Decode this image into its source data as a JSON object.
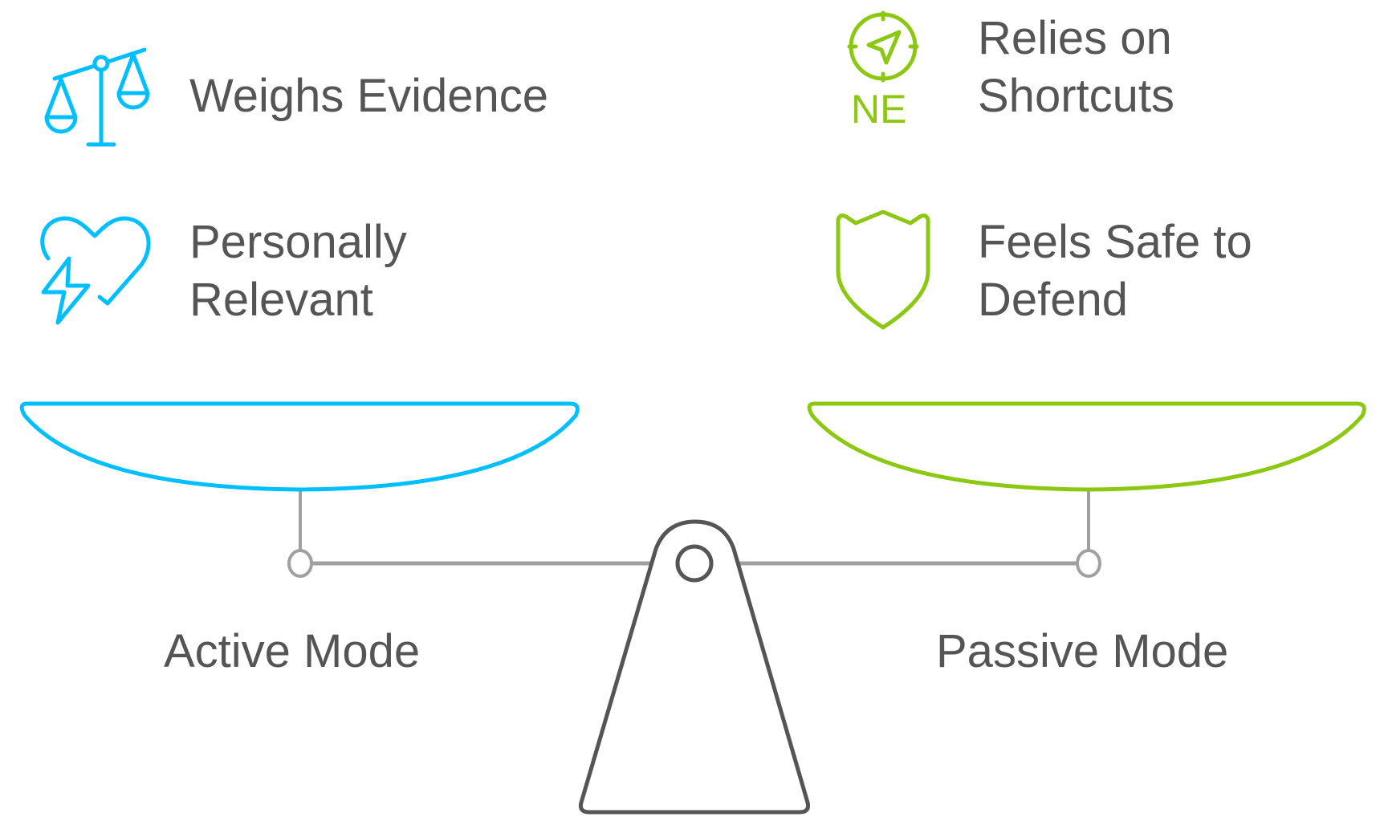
{
  "colors": {
    "active": "#00BFFF",
    "passive": "#8CC811",
    "text": "#555555",
    "beam": "#A0A0A0",
    "fulcrum": "#555555"
  },
  "left": {
    "mode_label": "Active Mode",
    "items": [
      {
        "icon": "scales-icon",
        "label_lines": [
          "Weighs Evidence"
        ]
      },
      {
        "icon": "heart-lightning-icon",
        "label_lines": [
          "Personally",
          "Relevant"
        ]
      }
    ]
  },
  "right": {
    "mode_label": "Passive Mode",
    "items": [
      {
        "icon": "compass-icon",
        "icon_text": "NE",
        "label_lines": [
          "Relies on",
          "Shortcuts"
        ]
      },
      {
        "icon": "shield-icon",
        "label_lines": [
          "Feels Safe to",
          "Defend"
        ]
      }
    ]
  }
}
